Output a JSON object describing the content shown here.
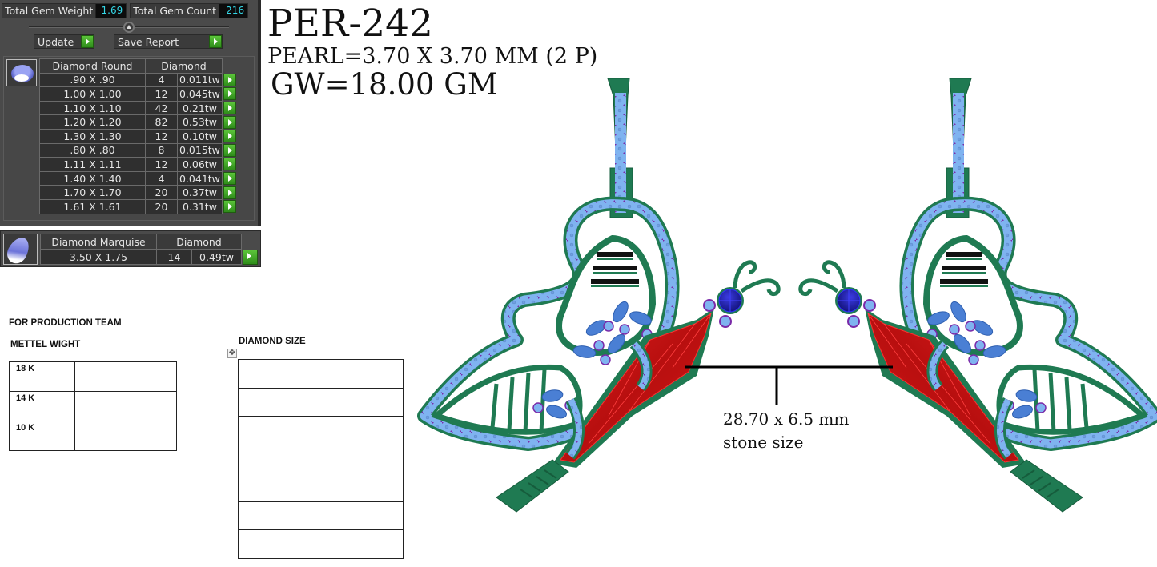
{
  "gem_panel": {
    "total_gem_weight_label": "Total Gem Weight",
    "total_gem_weight_value": "1.69",
    "total_gem_count_label": "Total Gem Count",
    "total_gem_count_value": "216",
    "update_button": "Update",
    "save_report_button": "Save Report",
    "colors": {
      "panel_bg": "#4a4a4a",
      "value_text": "#35d8e8",
      "go_button": "#3fa628"
    },
    "round_table": {
      "shape_header": "Diamond Round",
      "material_header": "Diamond",
      "rows": [
        {
          "size": ".90 X .90",
          "count": "4",
          "weight": "0.011tw"
        },
        {
          "size": "1.00 X 1.00",
          "count": "12",
          "weight": "0.045tw"
        },
        {
          "size": "1.10 X 1.10",
          "count": "42",
          "weight": "0.21tw"
        },
        {
          "size": "1.20 X 1.20",
          "count": "82",
          "weight": "0.53tw"
        },
        {
          "size": "1.30 X 1.30",
          "count": "12",
          "weight": "0.10tw"
        },
        {
          "size": ".80 X .80",
          "count": "8",
          "weight": "0.015tw"
        },
        {
          "size": "1.11 X 1.11",
          "count": "12",
          "weight": "0.06tw"
        },
        {
          "size": "1.40 X 1.40",
          "count": "4",
          "weight": "0.041tw"
        },
        {
          "size": "1.70 X 1.70",
          "count": "20",
          "weight": "0.37tw"
        },
        {
          "size": "1.61 X 1.61",
          "count": "20",
          "weight": "0.31tw"
        }
      ]
    },
    "marquise_table": {
      "shape_header": "Diamond Marquise",
      "material_header": "Diamond",
      "rows": [
        {
          "size": "3.50 X 1.75",
          "count": "14",
          "weight": "0.49tw"
        }
      ]
    }
  },
  "header": {
    "design_code": "PER-242",
    "pearl_spec": "PEARL=3.70 X 3.70 MM (2 P)",
    "gross_weight": "GW=18.00 GM"
  },
  "production": {
    "heading": "FOR PRODUCTION TEAM",
    "metal_heading": "METTEL WIGHT",
    "metal_rows": [
      {
        "karat": "18 K",
        "value": ""
      },
      {
        "karat": "14 K",
        "value": ""
      },
      {
        "karat": "10 K",
        "value": ""
      }
    ],
    "diamond_size_heading": "DIAMOND SIZE",
    "diamond_size_rows": 7
  },
  "drawing": {
    "dimension_line1": "28.70 x 6.5 mm",
    "dimension_line2": "stone size",
    "colors": {
      "metal": "#1f7a52",
      "pave": "#7fb3f0",
      "prong": "#7a2aa8",
      "center_stone": "#cc1111",
      "head_stone": "#1a1aa8",
      "marquise": "#4a7fd4"
    }
  }
}
